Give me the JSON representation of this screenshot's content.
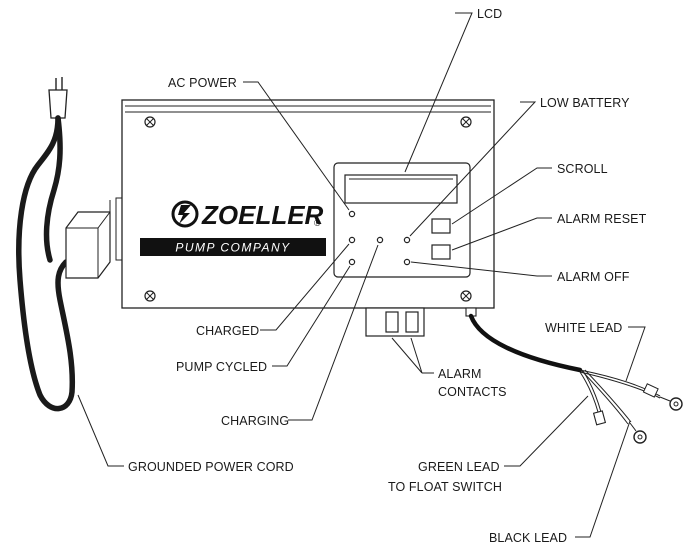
{
  "brand": {
    "name": "ZOELLER",
    "registered": "®",
    "subtitle": "PUMP COMPANY"
  },
  "labels": {
    "lcd": "LCD",
    "ac_power": "AC POWER",
    "low_battery": "LOW BATTERY",
    "scroll": "SCROLL",
    "alarm_reset": "ALARM RESET",
    "alarm_off": "ALARM OFF",
    "charged": "CHARGED",
    "pump_cycled": "PUMP CYCLED",
    "charging": "CHARGING",
    "alarm_contacts_line1": "ALARM",
    "alarm_contacts_line2": "CONTACTS",
    "white_lead": "WHITE LEAD",
    "green_lead_line1": "GREEN LEAD",
    "green_lead_line2": "TO FLOAT SWITCH",
    "black_lead": "BLACK LEAD",
    "grounded_power_cord": "GROUNDED POWER CORD"
  }
}
